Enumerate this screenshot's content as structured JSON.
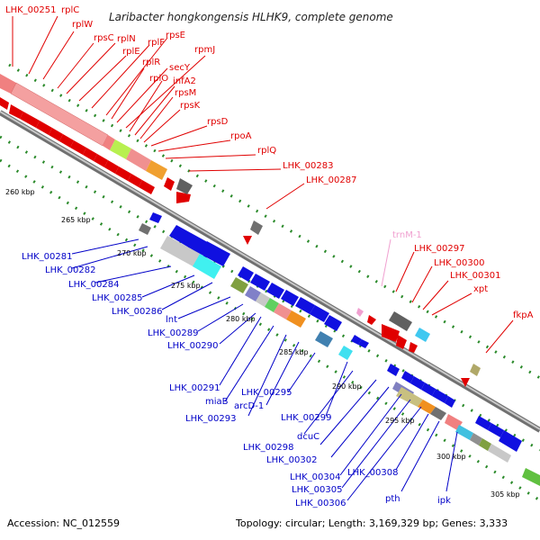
{
  "title": "Laribacter hongkongensis HLHK9, complete genome",
  "footer": {
    "accession": "Accession: NC_012559",
    "summary": "Topology: circular; Length: 3,169,329 bp; Genes: 3,333"
  },
  "colors": {
    "forward_label": "#e00000",
    "reverse_label": "#0000c8",
    "rna_label": "#f0a0d0",
    "backbone": "#808080",
    "tick_mark": "#2a8a2a"
  },
  "ticks": [
    "260 kbp",
    "265 kbp",
    "270 kbp",
    "275 kbp",
    "280 kbp",
    "285 kbp",
    "290 kbp",
    "295 kbp",
    "300 kbp",
    "305 kbp"
  ],
  "top_labels": [
    "LHK_00251",
    "rplC",
    "rplW",
    "rpsC",
    "rplN",
    "rplE",
    "rplF",
    "rpsE",
    "rplR",
    "secY",
    "rpmJ",
    "rplO",
    "infA2",
    "rpsM",
    "rpsK",
    "rpsD",
    "rpoA",
    "rplQ",
    "LHK_00283",
    "LHK_00287"
  ],
  "right_labels": [
    "trnM-1",
    "LHK_00297",
    "LHK_00300",
    "LHK_00301",
    "xpt",
    "fkpA"
  ],
  "left_labels": [
    "LHK_00281",
    "LHK_00282",
    "LHK_00284",
    "LHK_00285",
    "LHK_00286",
    "lnt",
    "LHK_00289",
    "LHK_00290"
  ],
  "bottom_labels": [
    "LHK_00291",
    "miaB",
    "LHK_00293",
    "arcD-1",
    "LHK_00295",
    "LHK_00299",
    "dcuC",
    "LHK_00298",
    "LHK_00302",
    "LHK_00304",
    "LHK_00305",
    "LHK_00306",
    "LHK_00308",
    "pth",
    "ipk"
  ]
}
